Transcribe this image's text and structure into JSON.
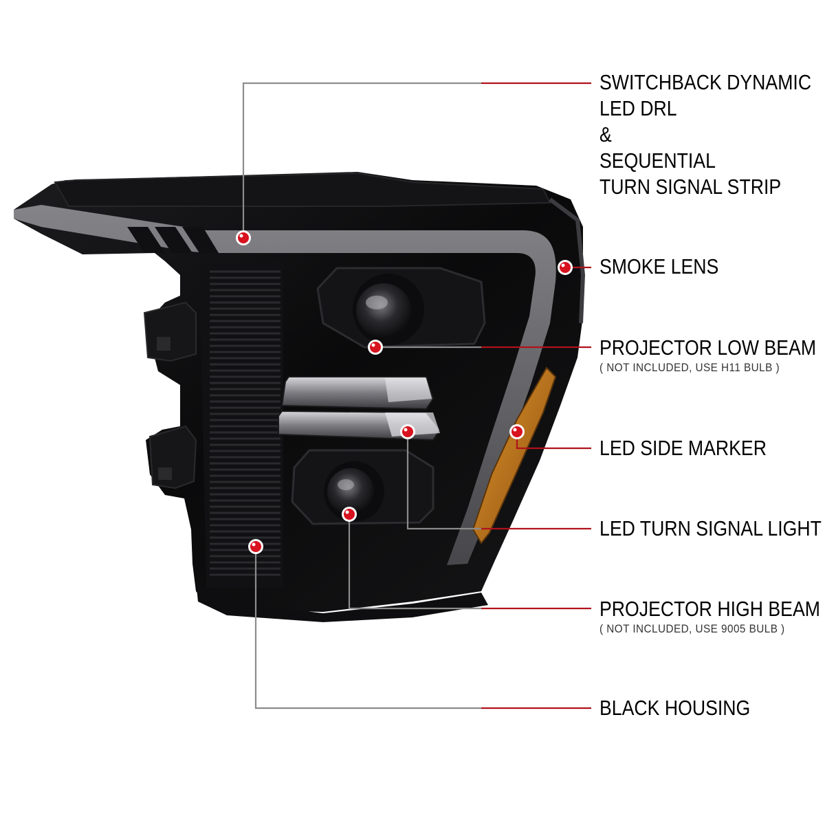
{
  "callouts": [
    {
      "id": "drl",
      "title_lines": [
        "SWITCHBACK DYNAMIC",
        "LED DRL",
        "&",
        "SEQUENTIAL",
        "TURN SIGNAL STRIP"
      ],
      "note": ""
    },
    {
      "id": "smoke-lens",
      "title_lines": [
        "SMOKE LENS"
      ],
      "note": ""
    },
    {
      "id": "low-beam",
      "title_lines": [
        "PROJECTOR LOW BEAM"
      ],
      "note": "( NOT INCLUDED, USE  H11  BULB )"
    },
    {
      "id": "side-marker",
      "title_lines": [
        "LED SIDE MARKER"
      ],
      "note": ""
    },
    {
      "id": "turn-signal",
      "title_lines": [
        "LED TURN SIGNAL LIGHT"
      ],
      "note": ""
    },
    {
      "id": "high-beam",
      "title_lines": [
        "PROJECTOR HIGH BEAM"
      ],
      "note": "( NOT INCLUDED, USE  9005  BULB )"
    },
    {
      "id": "housing",
      "title_lines": [
        "BLACK HOUSING"
      ],
      "note": ""
    }
  ],
  "colors": {
    "leader_gray": "#8c8c8c",
    "leader_red": "#b0121b",
    "dot_red": "#d8121f",
    "housing_black": "#0b0b0c",
    "smoke_gray": "#6a6a6e",
    "amber": "#c9791c"
  }
}
